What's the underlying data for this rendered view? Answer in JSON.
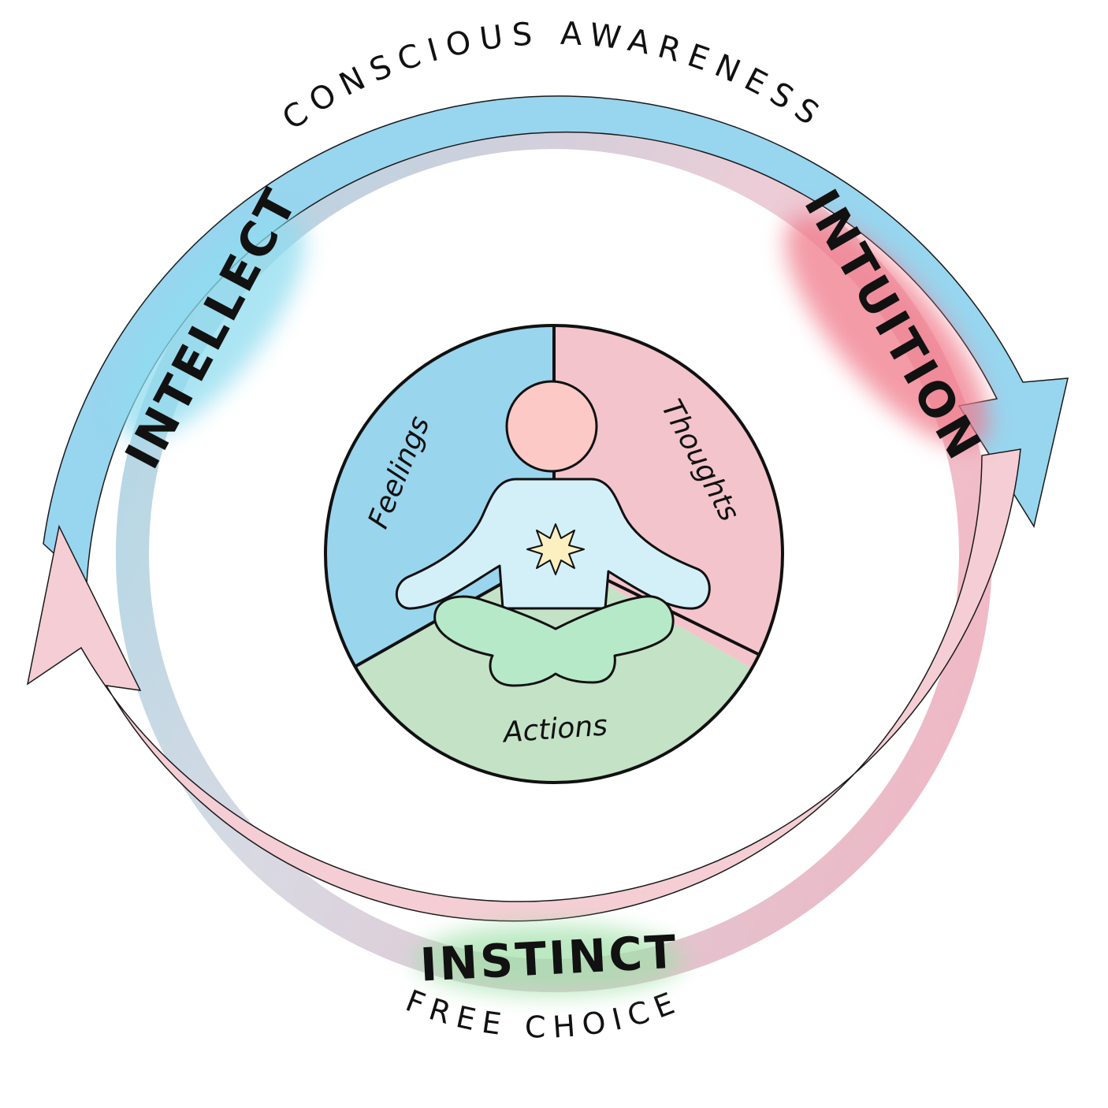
{
  "arcs": {
    "top_label": "CONSCIOUS AWARENESS",
    "bottom_label": "FREE CHOICE",
    "top_color": "#98d5ef",
    "bottom_color": "#f4ced4"
  },
  "faculties": {
    "intellect": "INTELLECT",
    "intuition": "INTUITION",
    "instinct": "INSTINCT",
    "intellect_color": "#8fdcef",
    "intuition_color": "#f07a8a",
    "instinct_color": "#9fe0a8"
  },
  "segments": {
    "feelings": "Feelings",
    "thoughts": "Thoughts",
    "actions": "Actions",
    "feelings_color": "#9ad5ee",
    "thoughts_color": "#f4c4cc",
    "actions_color": "#c4e2c6"
  },
  "figure": {
    "head_color": "#fcc9c6",
    "body_color": "#d3f0f9",
    "legs_color": "#b6e9c8",
    "star_color": "#fcefc0",
    "icons": [
      "meditating-figure-icon",
      "star-icon"
    ]
  }
}
